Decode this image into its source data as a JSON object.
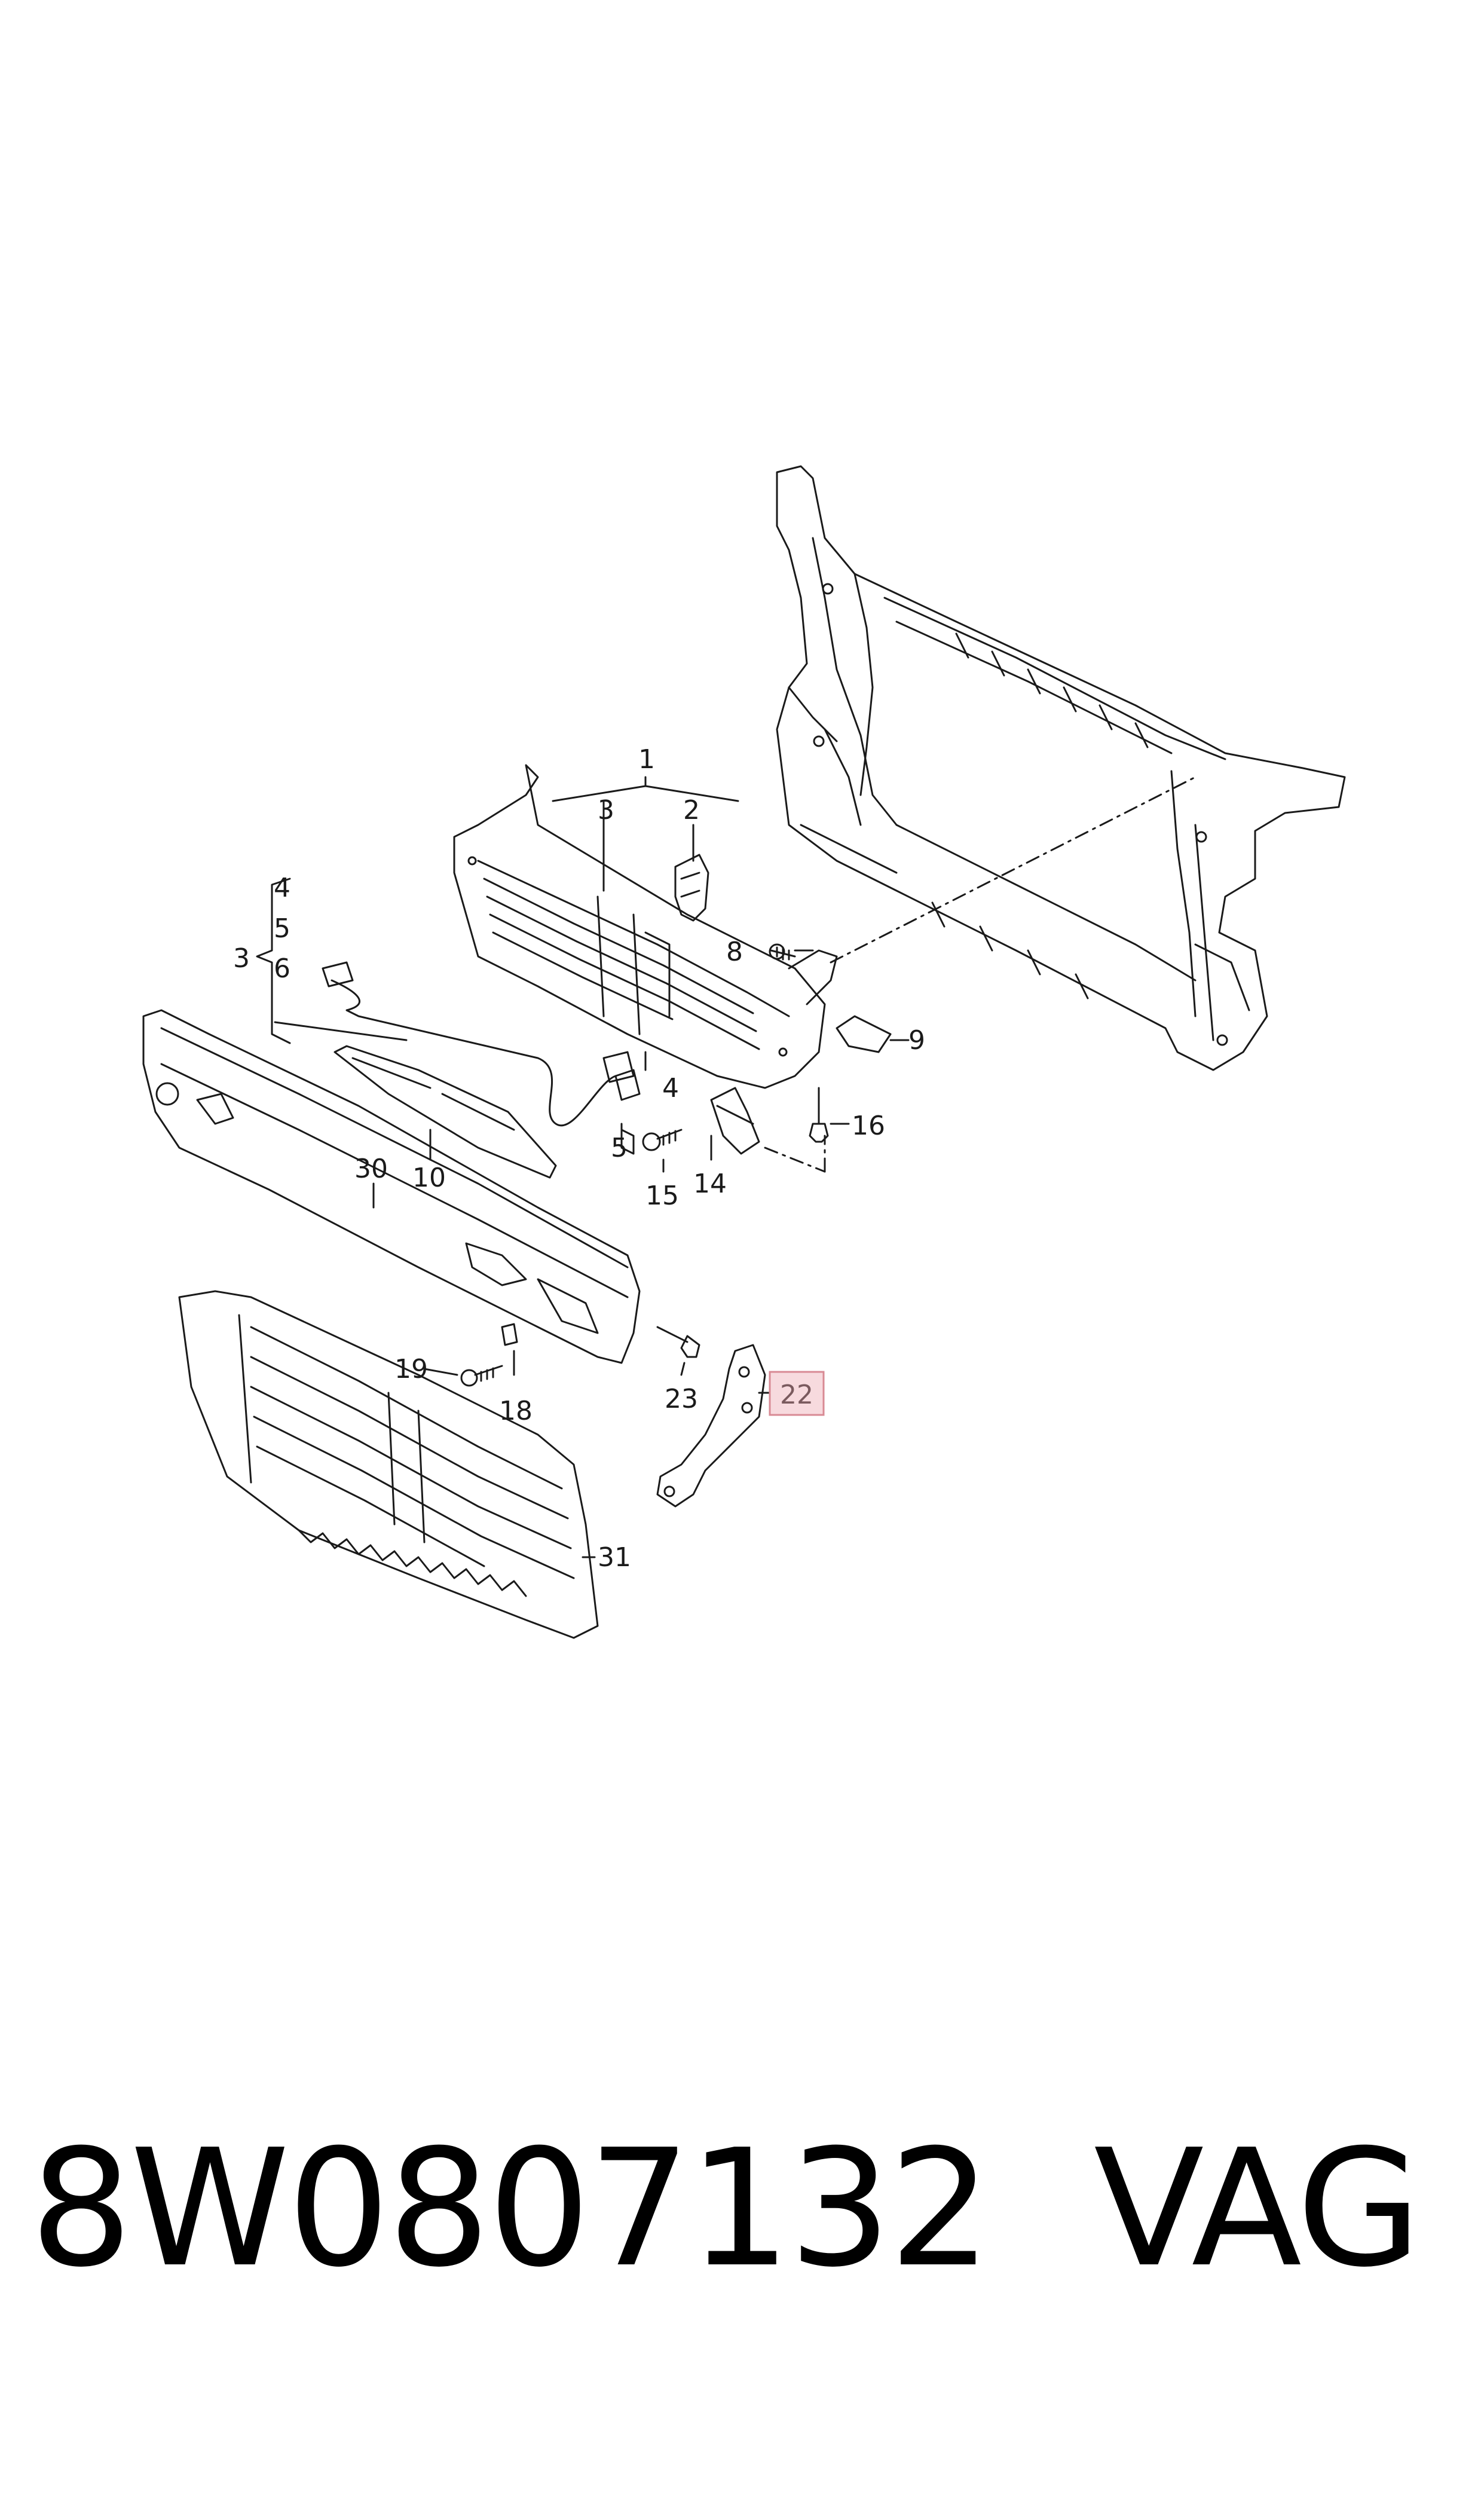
{
  "diagram": {
    "callouts": [
      {
        "id": "c1",
        "text": "1"
      },
      {
        "id": "c2",
        "text": "2"
      },
      {
        "id": "c3a",
        "text": "3"
      },
      {
        "id": "c3b",
        "text": "3"
      },
      {
        "id": "c4a",
        "text": "4"
      },
      {
        "id": "c4b",
        "text": "4"
      },
      {
        "id": "c5a",
        "text": "5"
      },
      {
        "id": "c5b",
        "text": "5"
      },
      {
        "id": "c6",
        "text": "6"
      },
      {
        "id": "c8",
        "text": "8"
      },
      {
        "id": "c9",
        "text": "9"
      },
      {
        "id": "c10",
        "text": "10"
      },
      {
        "id": "c14",
        "text": "14"
      },
      {
        "id": "c15",
        "text": "15"
      },
      {
        "id": "c16",
        "text": "16"
      },
      {
        "id": "c18",
        "text": "18"
      },
      {
        "id": "c19",
        "text": "19"
      },
      {
        "id": "c22",
        "text": "22"
      },
      {
        "id": "c23",
        "text": "23"
      },
      {
        "id": "c30",
        "text": "30"
      },
      {
        "id": "c31",
        "text": "31"
      }
    ],
    "highlight_color": "#e8a0a8",
    "line_color": "#1a1a1a"
  },
  "footer": {
    "part_number": "8W0807132",
    "brand": "VAG"
  }
}
